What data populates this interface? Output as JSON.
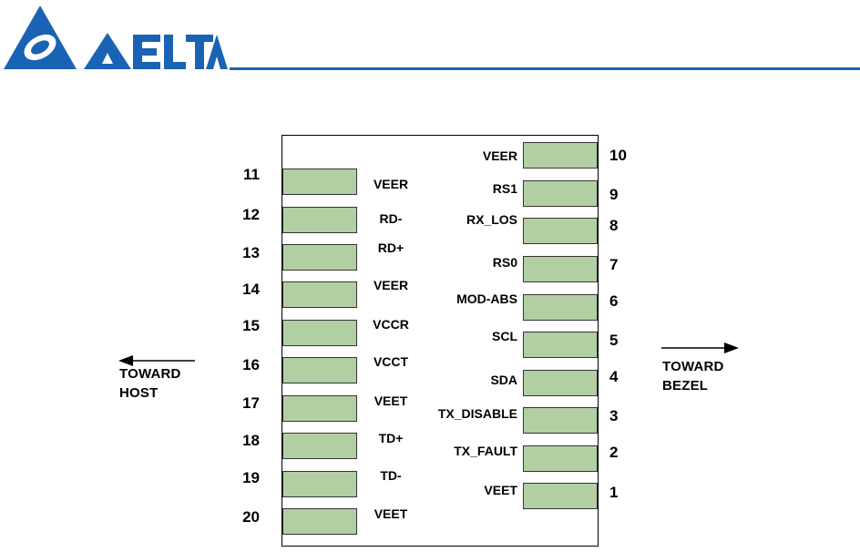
{
  "header": {
    "logo_text": "DELTA",
    "brand_color": "#1a63b4",
    "rule_color": "#1a63b4"
  },
  "pad_color": "#b2cfa4",
  "left_pins": [
    {
      "num": "11",
      "signal": "VEER"
    },
    {
      "num": "12",
      "signal": "RD-"
    },
    {
      "num": "13",
      "signal": "RD+"
    },
    {
      "num": "14",
      "signal": "VEER"
    },
    {
      "num": "15",
      "signal": "VCCR"
    },
    {
      "num": "16",
      "signal": "VCCT"
    },
    {
      "num": "17",
      "signal": "VEET"
    },
    {
      "num": "18",
      "signal": "TD+"
    },
    {
      "num": "19",
      "signal": "TD-"
    },
    {
      "num": "20",
      "signal": "VEET"
    }
  ],
  "right_pins": [
    {
      "num": "10",
      "signal": "VEER"
    },
    {
      "num": "9",
      "signal": "RS1"
    },
    {
      "num": "8",
      "signal": "RX_LOS"
    },
    {
      "num": "7",
      "signal": "RS0"
    },
    {
      "num": "6",
      "signal": "MOD-ABS"
    },
    {
      "num": "5",
      "signal": "SCL"
    },
    {
      "num": "4",
      "signal": "SDA"
    },
    {
      "num": "3",
      "signal": "TX_DISABLE"
    },
    {
      "num": "2",
      "signal": "TX_FAULT"
    },
    {
      "num": "1",
      "signal": "VEET"
    }
  ],
  "toward_host": [
    "TOWARD",
    "HOST"
  ],
  "toward_bezel": [
    "TOWARD",
    "BEZEL"
  ]
}
